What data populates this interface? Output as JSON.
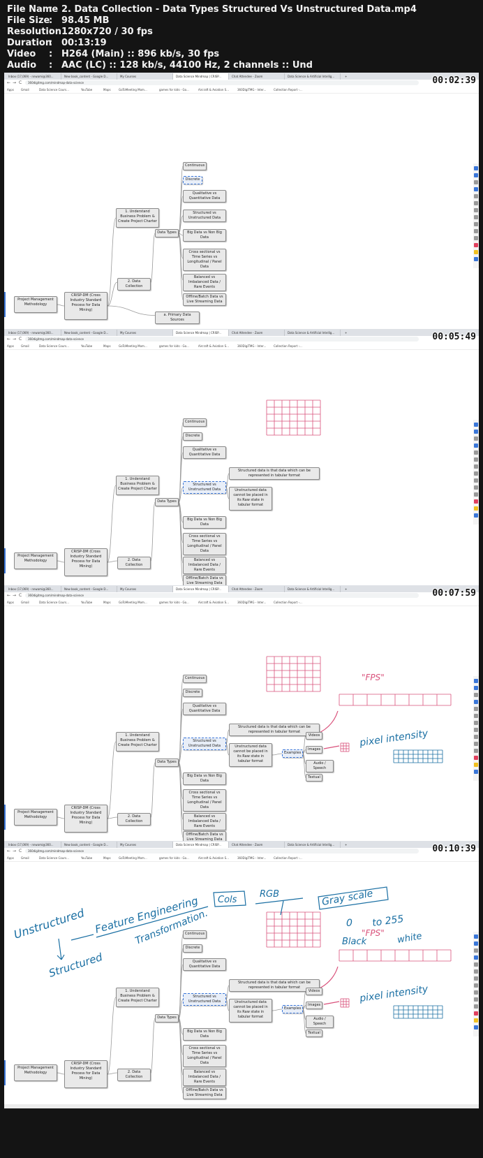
{
  "info": {
    "rows": [
      {
        "key": "File Name",
        "value": "2. Data Collection - Data Types  Structured Vs Unstructured Data.mp4"
      },
      {
        "key": "File Size",
        "value": "98.45 MB"
      },
      {
        "key": "Resolution",
        "value": "1280x720 / 30 fps"
      },
      {
        "key": "Duration",
        "value": "00:13:19"
      },
      {
        "key": "Video",
        "value": "H264 (Main) :: 896 kb/s, 30 fps"
      },
      {
        "key": "Audio",
        "value": "AAC (LC) :: 128 kb/s, 44100 Hz, 2 channels :: Und"
      }
    ],
    "sep": ":"
  },
  "browser": {
    "tabs": [
      "Inbox (17,069) - nnwami@360...",
      "New book_content - Google D...",
      "My Courses",
      "Data Science Mindmap | CRISP...",
      "Chat Attendee - Zoom",
      "Data Science & Artificial Intellig..."
    ],
    "new_tab": "+",
    "url": "360digitmg.com/mindmap-data-science",
    "nav": {
      "back": "←",
      "forward": "→",
      "reload": "C"
    },
    "bookmarks": [
      "Apps",
      "Gmail",
      "Data Science Cours...",
      "YouTube",
      "Maps",
      "GoToMeeting Mom...",
      "games for kids - Go...",
      "Aircraft & Aviation S...",
      "360DigiTMG - Inter...",
      "Collection Report -..."
    ]
  },
  "frames": [
    {
      "timestamp": "00:02:39"
    },
    {
      "timestamp": "00:05:49"
    },
    {
      "timestamp": "00:07:59"
    },
    {
      "timestamp": "00:10:39"
    }
  ],
  "mindmap": {
    "pm": "Project Management Methodology",
    "crisp": "CRISP-DM (Cross Industry Standard Process for Data Mining)",
    "understand": "1. Understand Business Problem & Create Project Charter",
    "collection": "2. Data Collection",
    "primary": "a. Primary Data Sources",
    "datatypes": "Data Types",
    "continuous": "Continuous",
    "discrete": "Discrete",
    "qual": "Qualitative vs Quantitative Data",
    "struct": "Structured vs Unstructured Data",
    "bigdata": "Big Data vs Non Big Data",
    "cross": "Cross sectional vs Time Series vs Longitudinal / Panel Data",
    "balanced": "Balanced vs Imbalanced Data / Rare Events",
    "offline": "Offline/Batch Data vs Live Streaming Data",
    "structured_def": "Structured data is that data which can be represented in tabular format",
    "unstructured_def": "Unstructured data cannot be placed in its Raw state in tabular format",
    "examples": "Examples",
    "videos": "Videos",
    "images": "Images",
    "audio": "Audio / Speech",
    "textual": "Textual"
  },
  "annotations": {
    "fps": "\"FPS\"",
    "pixel": "pixel intensity",
    "unstructured": "Unstructured",
    "structured": "Structured",
    "feature": "Feature Engineering",
    "transformation": "Transformation.",
    "cols": "Cols",
    "rgb": "RGB",
    "gray": "Gray scale",
    "zero": "0",
    "to255": "to 255",
    "black": "Black",
    "white": "white"
  },
  "colors": {
    "accent_blue": "#1a6fa3",
    "annotation_pink": "#d9507a",
    "selection": "#3a76d8"
  }
}
